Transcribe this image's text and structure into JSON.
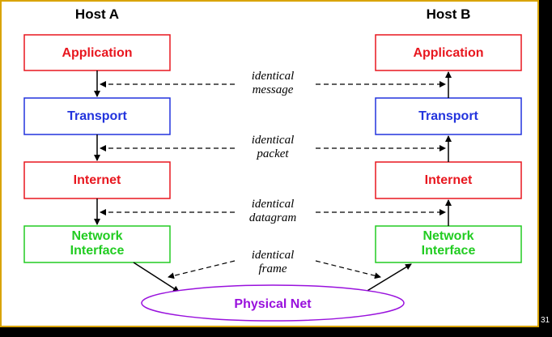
{
  "hosts": {
    "a": {
      "title": "Host A"
    },
    "b": {
      "title": "Host B"
    }
  },
  "layers": {
    "application": {
      "label": "Application",
      "color": "#e8171f"
    },
    "transport": {
      "label": "Transport",
      "color": "#2233dd"
    },
    "internet": {
      "label": "Internet",
      "color": "#e8171f"
    },
    "network_interface": {
      "line1": "Network",
      "line2": "Interface",
      "color": "#22cc22"
    }
  },
  "connections": {
    "message": {
      "line1": "identical",
      "line2": "message"
    },
    "packet": {
      "line1": "identical",
      "line2": "packet"
    },
    "datagram": {
      "line1": "identical",
      "line2": "datagram"
    },
    "frame": {
      "line1": "identical",
      "line2": "frame"
    }
  },
  "physical_net": {
    "label": "Physical Net",
    "color": "#9911dd"
  },
  "slide_number": "31"
}
